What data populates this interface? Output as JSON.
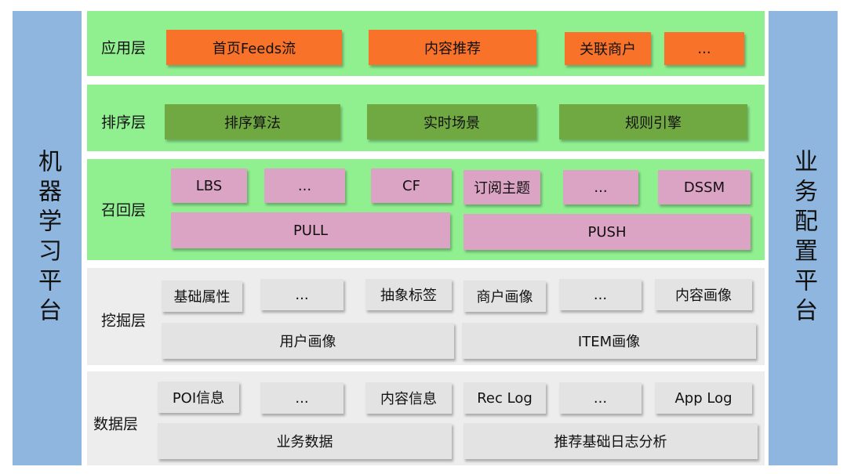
{
  "left_platform": {
    "label": "机器学习平台"
  },
  "right_platform": {
    "label": "业务配置平台"
  },
  "layers": {
    "application": {
      "label": "应用层",
      "items": [
        "首页Feeds流",
        "内容推荐",
        "关联商户",
        "..."
      ]
    },
    "ranking": {
      "label": "排序层",
      "items": [
        "排序算法",
        "实时场景",
        "规则引擎"
      ]
    },
    "recall": {
      "label": "召回层",
      "top_items": [
        "LBS",
        "...",
        "CF",
        "订阅主题",
        "...",
        "DSSM"
      ],
      "bottom_items": [
        "PULL",
        "PUSH"
      ]
    },
    "mining": {
      "label": "挖掘层",
      "top_items": [
        "基础属性",
        "...",
        "抽象标签",
        "商户画像",
        "...",
        "内容画像"
      ],
      "bottom_items": [
        "用户画像",
        "ITEM画像"
      ]
    },
    "data": {
      "label": "数据层",
      "top_items": [
        "POI信息",
        "...",
        "内容信息",
        "Rec Log",
        "...",
        "App Log"
      ],
      "bottom_items": [
        "业务数据",
        "推荐基础日志分析"
      ]
    }
  },
  "colors": {
    "platform": "#8fb6df",
    "layer_green": "#90f090",
    "layer_gray": "#ededed",
    "application_box": "#f8722a",
    "ranking_box": "#70a842",
    "recall_box": "#dca4c4",
    "mining_box": "#e3e3e3"
  }
}
